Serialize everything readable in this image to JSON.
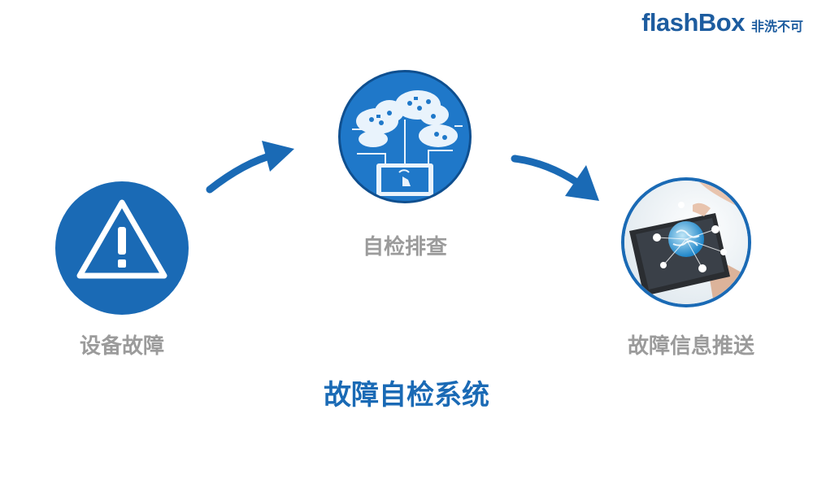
{
  "brand": {
    "name": "flashBox",
    "tagline": "非洗不可"
  },
  "steps": [
    {
      "label": "设备故障",
      "icon": "warning-icon"
    },
    {
      "label": "自检排查",
      "icon": "network-touch-icon"
    },
    {
      "label": "故障信息推送",
      "icon": "tablet-globe-icon"
    }
  ],
  "title": "故障自检系统",
  "colors": {
    "primary": "#1a6ab5",
    "caption": "#9b9b9b",
    "brand": "#1d5c9f"
  }
}
